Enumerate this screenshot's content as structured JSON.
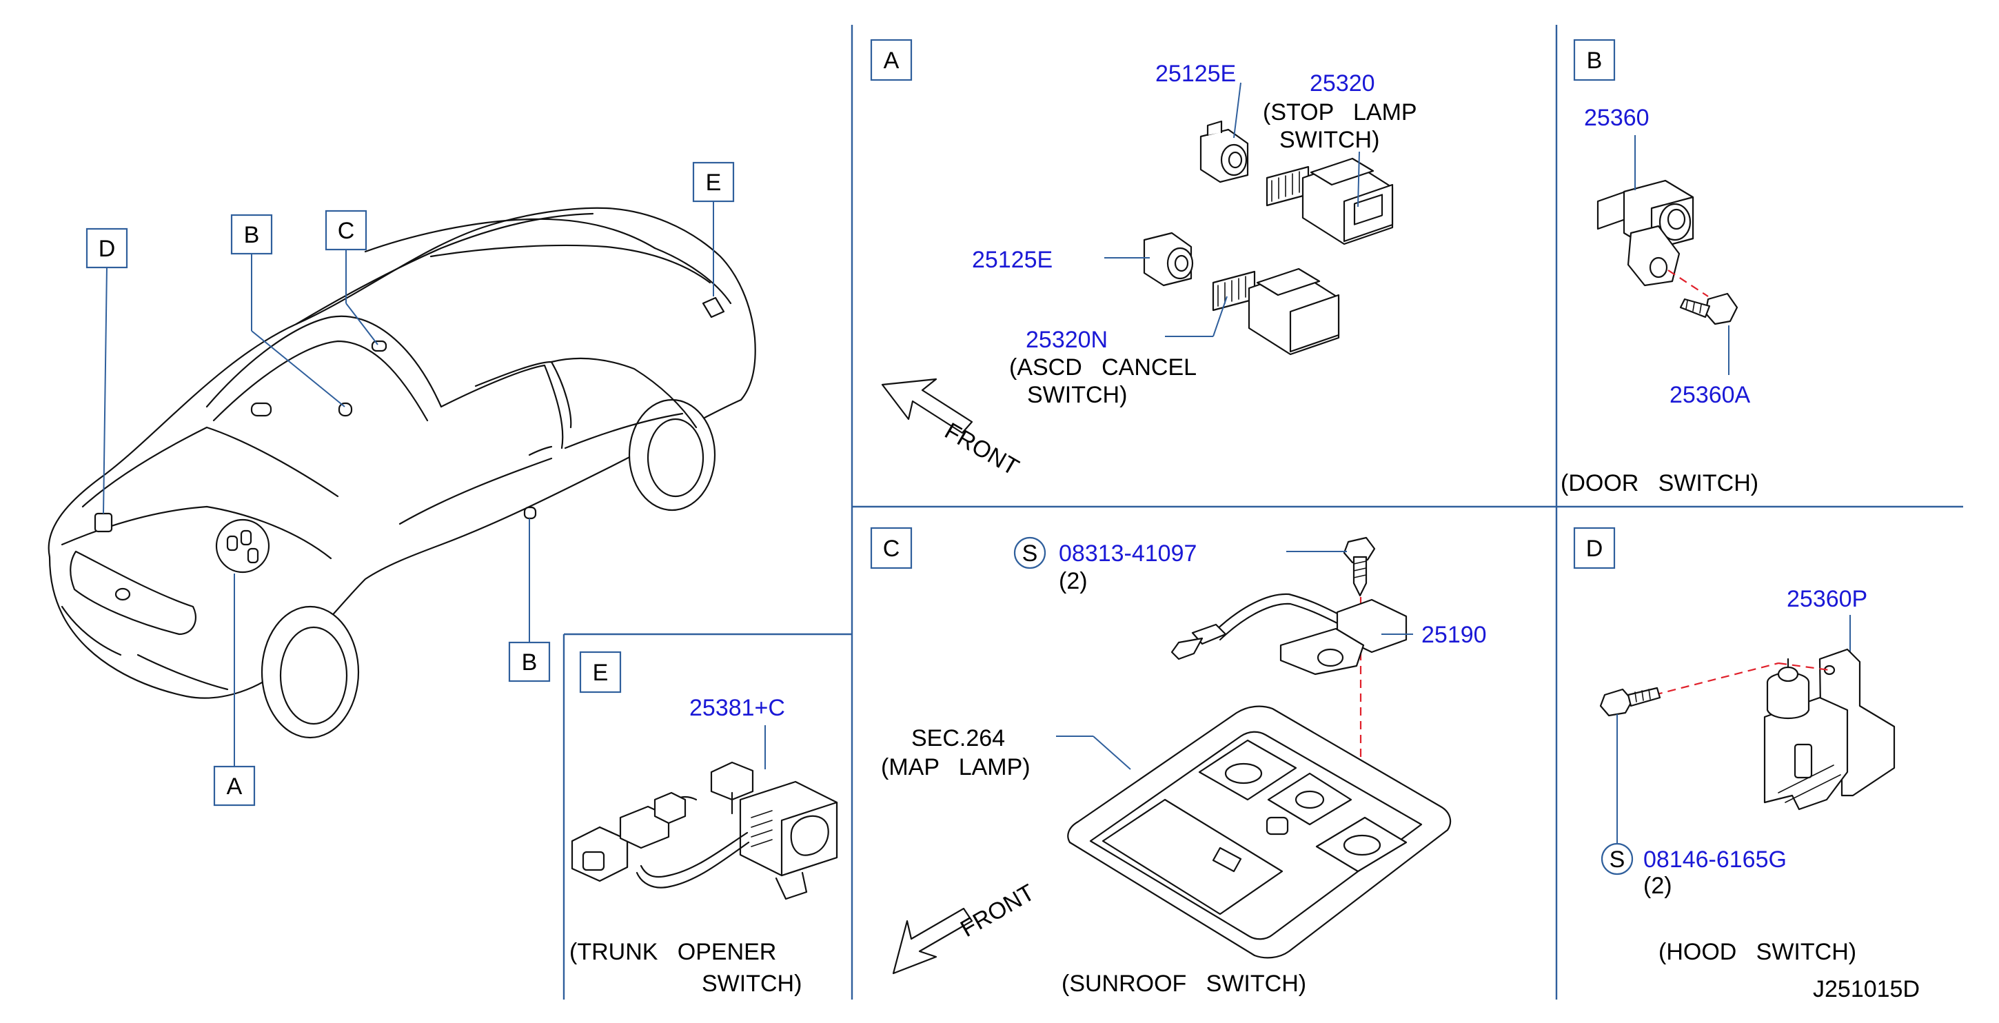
{
  "diagram": {
    "code": "J251015D",
    "overview_callouts": {
      "a": "A",
      "b_top": "B",
      "b_bottom": "B",
      "c": "C",
      "d": "D",
      "e": "E"
    },
    "panel_a": {
      "box": "A",
      "part_socket_top": "25125E",
      "part_stop_lamp": "25320",
      "stop_lamp_desc_1": "(STOP   LAMP",
      "stop_lamp_desc_2": "SWITCH)",
      "part_socket_bottom": "25125E",
      "part_ascd": "25320N",
      "ascd_desc_1": "(ASCD   CANCEL",
      "ascd_desc_2": "SWITCH)",
      "front": "FRONT"
    },
    "panel_b": {
      "box": "B",
      "part_switch": "25360",
      "part_screw": "25360A",
      "caption": "(DOOR   SWITCH)"
    },
    "panel_c": {
      "box": "C",
      "screw_mark": "S",
      "screw_part": "08313-41097",
      "screw_qty": "(2)",
      "part_harness": "25190",
      "sec_ref_1": "SEC.264",
      "sec_ref_2": "(MAP   LAMP)",
      "front": "FRONT",
      "caption": "(SUNROOF   SWITCH)"
    },
    "panel_d": {
      "box": "D",
      "part_switch": "25360P",
      "screw_mark": "S",
      "screw_part": "08146-6165G",
      "screw_qty": "(2)",
      "caption": "(HOOD   SWITCH)"
    },
    "panel_e": {
      "box": "E",
      "part_switch": "25381+C",
      "caption_1": "(TRUNK   OPENER",
      "caption_2": "SWITCH)"
    }
  },
  "colors": {
    "part_number": "#1a18d6",
    "frame_lines": "#2f5f9c",
    "dashed_guide": "#e0202a",
    "drawing": "#111111"
  }
}
